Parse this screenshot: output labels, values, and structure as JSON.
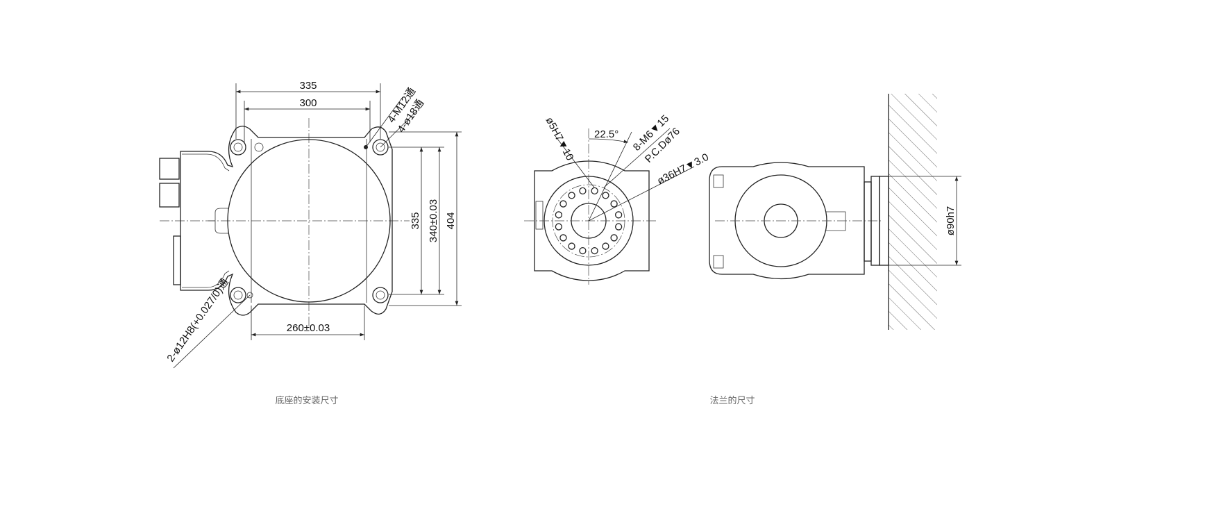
{
  "base_view": {
    "caption": "底座的安装尺寸",
    "dims": {
      "width_outer": "335",
      "width_inner": "300",
      "height_inner": "335",
      "height_mid": "340±0.03",
      "height_outer": "404",
      "bottom": "260±0.03",
      "tap_holes": "4-M12通",
      "thru_holes": "4-ø18通",
      "pin_holes": "2-ø12H8(+0.027/0)通"
    }
  },
  "flange_view": {
    "caption": "法兰的尺寸",
    "dims": {
      "pin": "ø5H7▼10",
      "angle": "22.5°",
      "tap": "8-M6▼15",
      "pcd": "P.C.Dø76",
      "bore": "ø36H7▼3.0",
      "shaft": "ø90h7"
    }
  }
}
